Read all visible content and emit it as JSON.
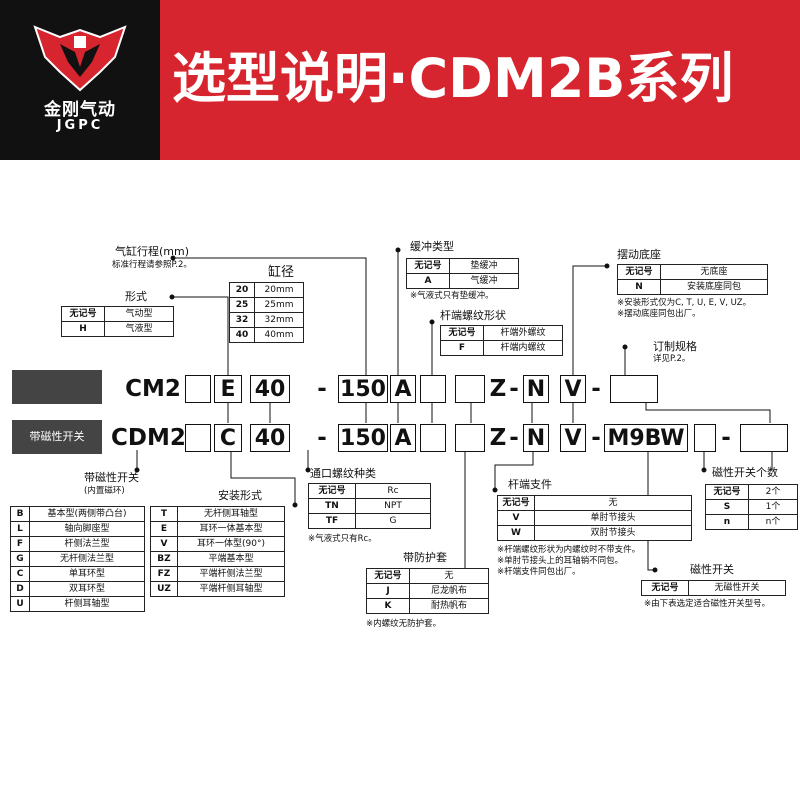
{
  "banner": {
    "title": "选型说明·CDM2B系列",
    "logo_cn": "金刚气动",
    "logo_en": "JGPC",
    "bg_color": "#d7252f",
    "logo_bg_color": "#111111"
  },
  "row1": {
    "prefix": "CM2",
    "code_mount": "E",
    "code_bore": "40",
    "code_stroke": "150",
    "code_cushion": "A",
    "code_z": "Z",
    "code_rod": "N",
    "code_sw": "V",
    "dash": "-"
  },
  "row2": {
    "pill": "带磁性开关",
    "prefix": "CDM2",
    "code_mount": "C",
    "code_bore": "40",
    "code_stroke": "150",
    "code_cushion": "A",
    "code_z": "Z",
    "code_rod": "N",
    "code_sw": "V",
    "code_switch": "M9BW",
    "dash": "-"
  },
  "stroke": {
    "title": "气缸行程(mm)",
    "note": "标准行程请参照P.2。"
  },
  "bore": {
    "title": "缸径",
    "rows": [
      [
        "20",
        "20mm"
      ],
      [
        "25",
        "25mm"
      ],
      [
        "32",
        "32mm"
      ],
      [
        "40",
        "40mm"
      ]
    ]
  },
  "form": {
    "title": "形式",
    "rows": [
      [
        "无记号",
        "气动型"
      ],
      [
        "H",
        "气液型"
      ]
    ]
  },
  "cushion": {
    "title": "缓冲类型",
    "rows": [
      [
        "无记号",
        "垫缓冲"
      ],
      [
        "A",
        "气缓冲"
      ]
    ],
    "note": "※气液式只有垫缓冲。"
  },
  "rod_thread": {
    "title": "杆端螺纹形状",
    "rows": [
      [
        "无记号",
        "杆端外螺纹"
      ],
      [
        "F",
        "杆端内螺纹"
      ]
    ]
  },
  "swing": {
    "title": "摆动底座",
    "rows": [
      [
        "无记号",
        "无底座"
      ],
      [
        "N",
        "安装底座同包"
      ]
    ],
    "note1": "※安装形式仅为C, T, U, E, V, UZ。",
    "note2": "※摆动底座同包出厂。"
  },
  "custom": {
    "title": "订制规格",
    "note": "详见P.2。"
  },
  "magnet": {
    "title": "带磁性开关",
    "sub": "(内置磁环)",
    "rows": [
      [
        "B",
        "基本型(两侧带凸台)"
      ],
      [
        "L",
        "轴向脚座型"
      ],
      [
        "F",
        "杆侧法兰型"
      ],
      [
        "G",
        "无杆侧法兰型"
      ],
      [
        "C",
        "单耳环型"
      ],
      [
        "D",
        "双耳环型"
      ],
      [
        "U",
        "杆侧耳轴型"
      ]
    ]
  },
  "mount": {
    "title": "安装形式",
    "rows": [
      [
        "T",
        "无杆侧耳轴型"
      ],
      [
        "E",
        "耳环一体基本型"
      ],
      [
        "V",
        "耳环一体型(90°)"
      ],
      [
        "BZ",
        "平端基本型"
      ],
      [
        "FZ",
        "平端杆侧法兰型"
      ],
      [
        "UZ",
        "平端杆侧耳轴型"
      ]
    ]
  },
  "port": {
    "title": "通口螺纹种类",
    "rows": [
      [
        "无记号",
        "Rc"
      ],
      [
        "TN",
        "NPT"
      ],
      [
        "TF",
        "G"
      ]
    ],
    "note": "※气液式只有Rc。"
  },
  "boot": {
    "title": "带防护套",
    "rows": [
      [
        "无记号",
        "无"
      ],
      [
        "J",
        "尼龙帆布"
      ],
      [
        "K",
        "耐热帆布"
      ]
    ],
    "note": "※内螺纹无防护套。"
  },
  "rod_acc": {
    "title": "杆端支件",
    "rows": [
      [
        "无记号",
        "无"
      ],
      [
        "V",
        "单肘节接头"
      ],
      [
        "W",
        "双肘节接头"
      ]
    ],
    "note1": "※杆端螺纹形状为内螺纹时不带支件。",
    "note2": "※单肘节接头上的耳轴销不同包。",
    "note3": "※杆端支件同包出厂。"
  },
  "sw_count": {
    "title": "磁性开关个数",
    "rows": [
      [
        "无记号",
        "2个"
      ],
      [
        "S",
        "1个"
      ],
      [
        "n",
        "n个"
      ]
    ]
  },
  "switch": {
    "title": "磁性开关",
    "rows": [
      [
        "无记号",
        "无磁性开关"
      ]
    ],
    "note": "※由下表选定适合磁性开关型号。"
  }
}
